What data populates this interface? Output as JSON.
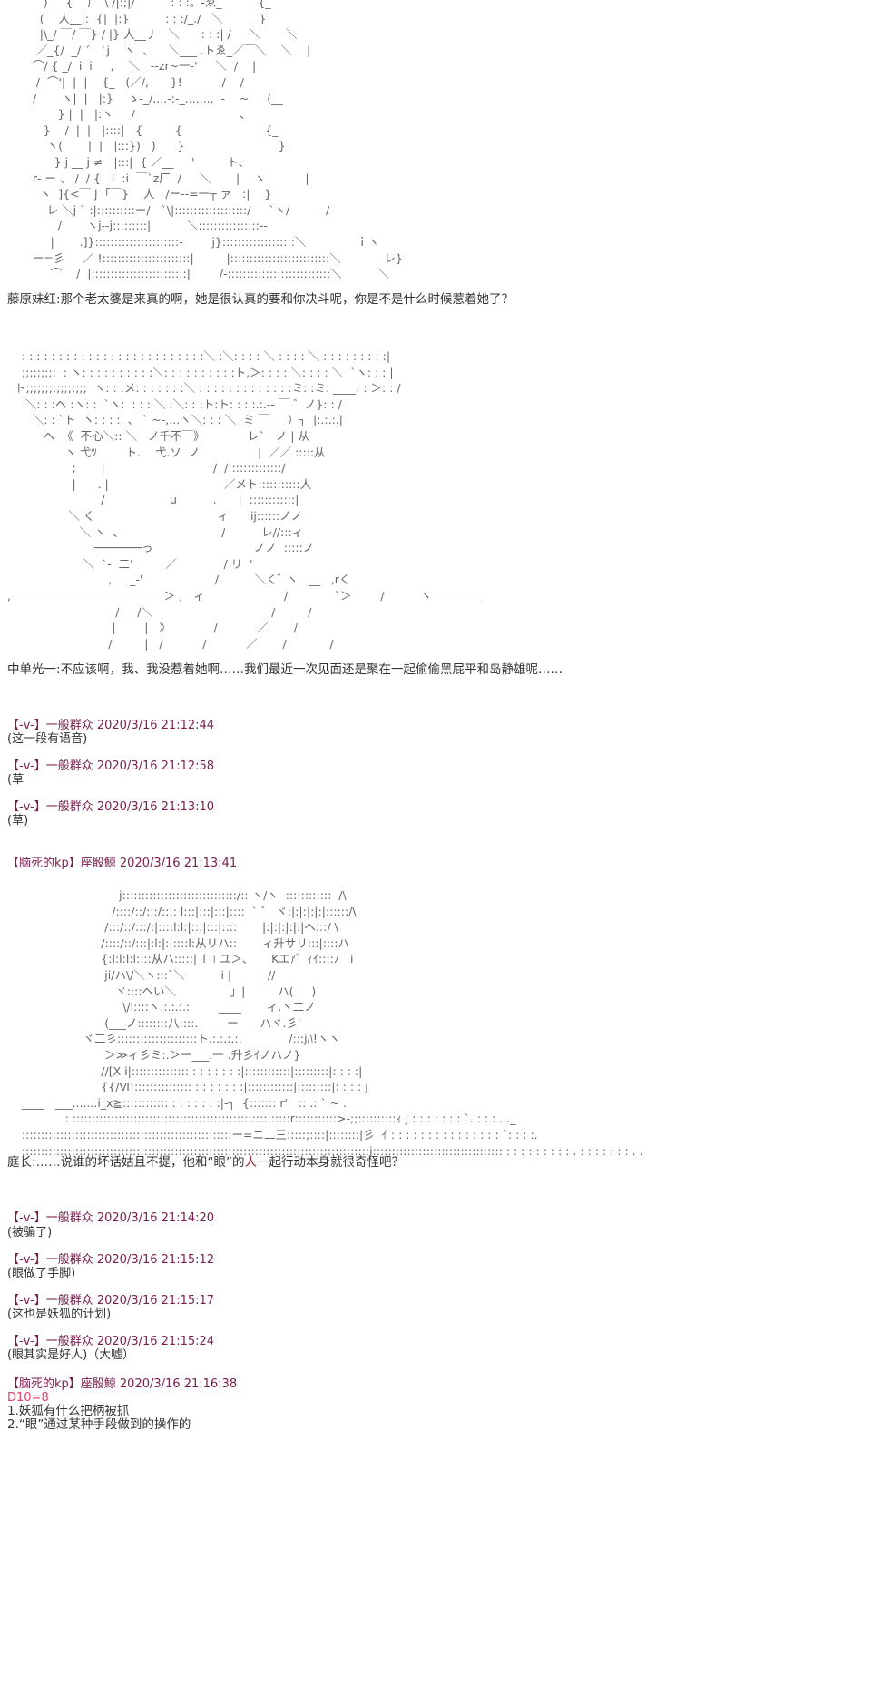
{
  "art": {
    "block1": "          )     {    厂`\\ /|:;|/          : : :。-ゑ_          {_\n         (    人__|:  {|  |:}          : : :/_./   ＼          }\n         |\\_/ ￣/ ￣} / |} 人__丿   ＼      : : :| /     ＼       ＼\n        ／_{/  _/ ´   `j    ヽ  、    ＼___ .トゑ_／￣＼    ＼    |\n       ⌒/ { _/  i  i     ,    ＼   ‐-zr~一‐'     ＼  /    |\n        /  ⌒'|  |  |    {_   (／/,      }!           /    /\n       /       ヽ|  |   |:}    ゝ-_/....-:-_.......,  -    ~     (__\n              } |  |   |:ヽ     /                             、\n          }    /  |  |   |::::|   {         {                       {_\n           ヽ(       |  |   |:::})   )      }                          }\n             } j __ j ≠   |:::|  { ／__     '         ト、\n       r‐ ー 、|/  / {   i  :i  ￣`z厂  /     ＼       |    ヽ           |\n         ヽ  ]{<￣ j  ｢￣}    人   /ー‐-=一┬ ァ   :|    }\n           レ ＼j ` :|::::::::::ー/   `\\|:::::::::::::::::::/     `ヽ/          /\n              /       ヽj‐-j:::::::::|          ＼::::::::::::::::--\n            |       .]}::::::::::::::::::::::-        j}:::::::::::::::::::＼              ｉヽ\n       ー=彡     ／ !:::::::::::::::::::::::|         |::::::::::::::::::::::::::＼            レ}\n            ⌒    /  |:::::::::::::::::::::::::|        /‐:::::::::::::::::::::::::::＼          ＼",
    "block2": "    : : : : : : : : : : : : : : : : : : : : : : : : :＼ :＼: : : : ＼ : : : : ＼ : : : : : : : : :|\n    ;;;;;;;;:  : ヽ: : : : : : : : : :＼: : : : : : : : : :ト,＞: : : : ＼: : : : ＼  `ヽ: : : |\n  ト;;;;;;;;;;;;;;;;  ヽ: : :メ: : : : : : :＼ : : : : : : : : : : : : :ミ: :ミ: ____: : ＞: : /\n     ＼: : :ヘ :ヽ: :  `ヽ:  : : : ＼ :＼: : :ト:ト: : :.:.:.-‐ ￣ ゛ノ}: : /\n       ＼: : `ト  ヽ: : : :  、 ` ~-,...ヽ＼: : : ＼  ミ ￣     ）┐  |:.:.:.|\n          ヘ  《  不心＼:: ＼   ノ千不￣》            レ`   ノ | 从\n                ヽ 弋ﾂ        ト.    弋.ソ  ノ                |  ／／ :::::从\n                  ;       |                              /  /::::::::::::::/\n                  |      . |                                ／メト:::::::::::人\n                          /                  u          .      |  ::::::::::::|\n                 ＼ く                                  ィ      ij::::::ノノ\n                    ＼ ヽ  、                           /          レ//:::ィ\n                        ───────っ                            ノノ  :::::ノ\n                     ＼  `-  二'         ／             / リ  '\n                            ,     _-'                    /          ＼くﾞ ヽ   __   ,rく\n,___________________________＞ ,   ィ                      /             `＞        /          ヽ ________\n                              /     /＼                                 /         /\n                             |        |   》            /           ／       /\n                            /         |   /           /           ／       /            /",
    "block3": "                               j::::::::::::::::::::::::::::::/:: ヽ/ヽ  ::::::::::::  /\\\n                             /::::/::/:::/:::: l:::|:::|:::|::::  ` ゛ ヾ:|:|:|:|:|::::::/\\\n                           /:::/::/:::/:|::::l:l:|:::|:::|::::       |:|:|:|:|:|ヘ:::/ \\\n                          /::::/::/:::|:l:|:|::::l:从リハ::       ィ升サリ:::|::::ハ\n                          {:l:l:l:l::::从ハ:::::|_l ⊤ユ＞、     Kエｱ゛ｨｲ::::ﾉ   i\n                           ji/ハ\\/＼ヽ:::`＼          i |          //\n                              ヾ::::ヘい＼               」|         ハ(     )\n                                \\/l::::ヽ.:.:.:.:        ____       ィ.ヽ二ノ\n                           (___ノ::::::::八::::.        ー      ハヾ.彡'\n                     ヾ二彡:::::::::::::::::::::ト.:.:.:.:.             /:::jﾊ!ヽヽ\n                           ＞≫ィ彡ミ:.＞ー___.一 .升彡ｲノハノ}\n                          //[X i|::::::::::::::: : : : : : : :|::::::::::::|:::::::::|: : : :|\n                          {{/Ⅵ!::::::::::::::: : : : : : : :|::::::::::::|:::::::::|: : : : j\n    ____   ___.......i_x≧:::::::::::: : : : : : : :|‐┐  {::::::: r'   :: .: ` ~ .\n                : :::::::::::::::::::::::::::::::::::::::::::::::::::::::::r:::::::::::>-;;::::::::::ｨ j : : : : : : : `. : : : . ._\n    :::::::::::::::::::::::::::::::::::::::::::::::::::::::ー=ニ二三:::::;::::|::::::::|彡  ｲ : : : : : : : : : : : : : : : `: : : :.\n    :::::::::::::::::::::::::::::::::::::::::::::::::::::::::::::::::::::::::::::::::::::::::::j:::::::::::::::::::::::::::::::::: : : : : : : : : : . : : : : : : : . ."
  },
  "dialog": {
    "d1_speaker": "藤原妹红:",
    "d1_text": "那个老太婆是来真的啊，她是很认真的要和你决斗呢，你是不是什么时候惹着她了？",
    "d2_speaker": "中单光一:",
    "d2_text": "不应该啊，我、我没惹着她啊……我们最近一次见面还是聚在一起偷偷黑屁平和岛静雄呢……",
    "d3_speaker": "庭长:",
    "d3_text_a": "……说谁的坏话姑且不提，他和“眼”的",
    "d3_text_b": "人",
    "d3_text_c": "一起行动本身就很奇怪吧？"
  },
  "posts": [
    {
      "header": "【-v-】一般群众 2020/3/16 21:12:44",
      "body": "(这一段有语音)"
    },
    {
      "header": "【-v-】一般群众 2020/3/16 21:12:58",
      "body": "(草"
    },
    {
      "header": "【-v-】一般群众 2020/3/16 21:13:10",
      "body": "(草)"
    },
    {
      "header": "【脑死的kp】座骰鯨 2020/3/16 21:13:41",
      "body": ""
    },
    {
      "header": "【-v-】一般群众 2020/3/16 21:14:20",
      "body": "(被骗了)"
    },
    {
      "header": "【-v-】一般群众 2020/3/16 21:15:12",
      "body": "(眼做了手脚)"
    },
    {
      "header": "【-v-】一般群众 2020/3/16 21:15:17",
      "body": "(这也是妖狐的计划)"
    },
    {
      "header": "【-v-】一般群众 2020/3/16 21:15:24",
      "body": "(眼其实是好人)（大嘘）"
    },
    {
      "header": "【脑死的kp】座骰鯨 2020/3/16 21:16:38",
      "body": ""
    }
  ],
  "dice": "D10=8",
  "list": {
    "item1": "1.妖狐有什么把柄被抓",
    "item2": "2.“眼”通过某种手段做到的操作的"
  }
}
